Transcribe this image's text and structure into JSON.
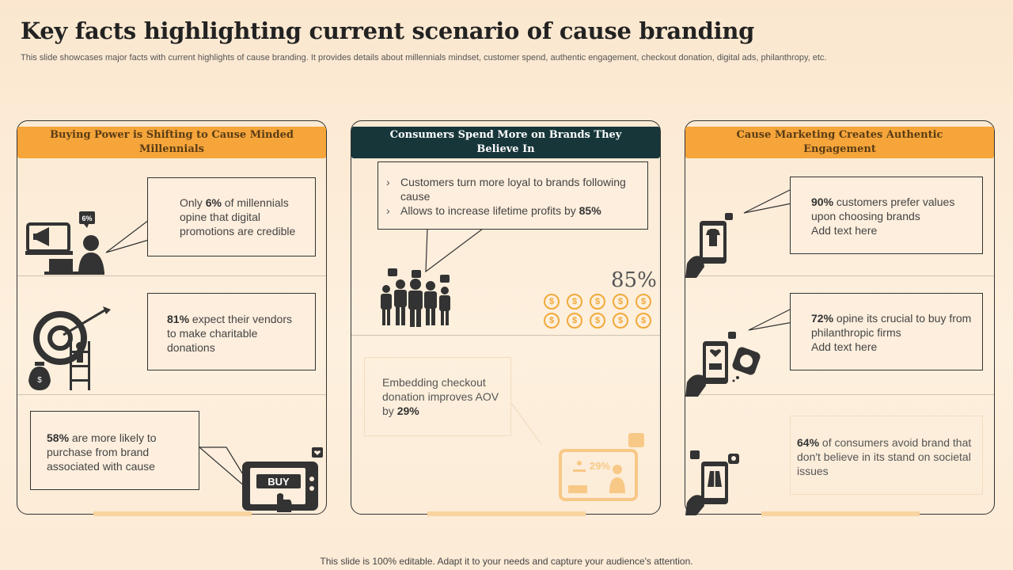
{
  "title": "Key facts highlighting  current scenario of cause branding",
  "subtitle": "This slide showcases major facts with current highlights of cause branding. It provides details about millennials mindset, customer spend, authentic engagement, checkout donation, digital ads, philanthropy, etc.",
  "colors": {
    "accent": "#f5a53a",
    "dark": "#17363a",
    "coin": "#f2a93b"
  },
  "panels": [
    {
      "header": "Buying Power is Shifting to Cause Minded Millennials",
      "facts": [
        {
          "pre": "Only ",
          "bold": "6%",
          "post": " of millennials opine that digital promotions are credible",
          "icon": "online-ad-laptop-icon",
          "badge": "6%"
        },
        {
          "pre": "",
          "bold": "81%",
          "post": " expect their vendors to make charitable donations",
          "icon": "target-ladder-icon"
        },
        {
          "pre": "",
          "bold": "58%",
          "post": " are more likely to purchase from brand associated with cause",
          "icon": "buy-phone-icon",
          "button": "BUY"
        }
      ]
    },
    {
      "header": "Consumers Spend More on Brands They Believe In",
      "bullets": [
        {
          "pre": "Customers turn more loyal to brands following cause",
          "bold": ""
        },
        {
          "pre": "Allows to increase lifetime profits by ",
          "bold": "85%"
        }
      ],
      "big_percent": "85%",
      "coin_symbol": "$",
      "checkout": {
        "pre": "Embedding checkout donation improves AOV by ",
        "bold": "29%",
        "screen_label": "29%"
      }
    },
    {
      "header": "Cause Marketing Creates Authentic Engagement",
      "facts": [
        {
          "bold": "90%",
          "post": " customers prefer values upon choosing brands",
          "extra": "Add text here",
          "icon": "shirt-phone-icon"
        },
        {
          "bold": "72%",
          "post": " opine its crucial to buy from philanthropic firms",
          "extra": "Add text here",
          "icon": "donation-phone-icon"
        },
        {
          "bold": "64%",
          "post": " of consumers avoid brand that don't believe in its stand on societal issues",
          "extra": "",
          "icon": "jacket-phone-icon"
        }
      ]
    }
  ],
  "footer": "This slide is 100% editable. Adapt it to your needs and capture your audience's attention."
}
